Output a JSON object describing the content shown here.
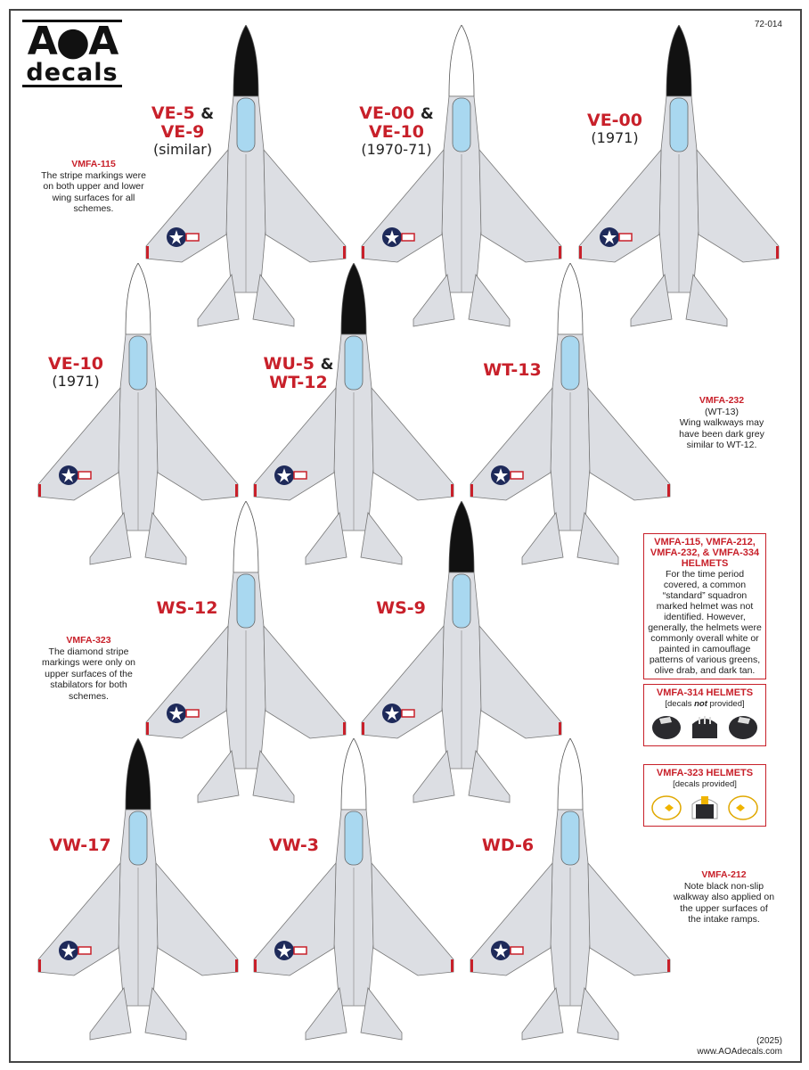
{
  "logo": {
    "text": "AOA decals"
  },
  "sheet_number": "72-014",
  "aircraft": [
    {
      "code": "VE-5",
      "amp": "&",
      "code2": "VE-9",
      "sub": "(similar)",
      "nose": "#111111"
    },
    {
      "code": "VE-00",
      "amp": "&",
      "code2": "VE-10",
      "sub": "(1970-71)",
      "nose": "#ffffff"
    },
    {
      "code": "VE-00",
      "sub": "(1971)",
      "nose": "#111111"
    },
    {
      "code": "VE-10",
      "sub": "(1971)",
      "nose": "#ffffff"
    },
    {
      "code": "WU-5",
      "amp": "&",
      "code2": "WT-12",
      "nose": "#111111"
    },
    {
      "code": "WT-13",
      "nose": "#ffffff"
    },
    {
      "code": "WS-12",
      "nose": "#ffffff"
    },
    {
      "code": "WS-9",
      "nose": "#111111"
    },
    {
      "code": "VW-17",
      "nose": "#111111"
    },
    {
      "code": "VW-3",
      "nose": "#ffffff"
    },
    {
      "code": "WD-6",
      "nose": "#ffffff"
    }
  ],
  "notes": {
    "vmfa115": {
      "title": "VMFA-115",
      "text": "The stripe markings were on both upper and lower wing surfaces for all schemes."
    },
    "vmfa232": {
      "title": "VMFA-232",
      "sub": "(WT-13)",
      "text": "Wing walkways may have been dark grey similar to WT-12."
    },
    "vmfa323": {
      "title": "VMFA-323",
      "text": "The diamond stripe markings were only on upper surfaces of the stabilators for both schemes."
    },
    "vmfa212": {
      "title": "VMFA-212",
      "text": "Note black non-slip walkway also applied on the upper surfaces of the intake ramps."
    }
  },
  "boxes": {
    "helmets_all": {
      "title": "VMFA-115, VMFA-212, VMFA-232, & VMFA-334 HELMETS",
      "text": "For the time period covered, a common “standard” squadron marked helmet was not identified.  However, generally, the helmets were commonly overall white or painted in camouflage patterns of various greens, olive drab, and dark tan."
    },
    "helmets_314": {
      "title": "VMFA-314 HELMETS",
      "sub_a": "[decals ",
      "sub_b": "not",
      "sub_c": " provided]"
    },
    "helmets_323": {
      "title": "VMFA-323 HELMETS",
      "sub": "[decals provided]"
    }
  },
  "footer": {
    "year": "(2025)",
    "url": "www.AOAdecals.com"
  },
  "colors": {
    "accent": "#c8202a",
    "aircraft": "#d9dbe0",
    "canopy": "#a9d8f0"
  }
}
